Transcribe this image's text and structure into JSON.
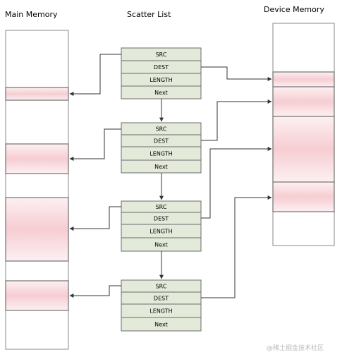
{
  "headings": {
    "main_memory": "Main Memory",
    "scatter_list": "Scatter List",
    "device_memory": "Device Memory"
  },
  "scatter_list": {
    "field_labels": [
      "SRC",
      "DEST",
      "LENGTH",
      "Next"
    ],
    "entries": [
      {
        "fields": [
          "SRC",
          "DEST",
          "LENGTH",
          "Next"
        ]
      },
      {
        "fields": [
          "SRC",
          "DEST",
          "LENGTH",
          "Next"
        ]
      },
      {
        "fields": [
          "SRC",
          "DEST",
          "LENGTH",
          "Next"
        ]
      },
      {
        "fields": [
          "SRC",
          "DEST",
          "LENGTH",
          "Next"
        ]
      }
    ]
  },
  "watermark": "@稀土掘金技术社区",
  "colors": {
    "segment_fill": "#f6cdd2",
    "segment_fill_light": "#fdf0f2",
    "entry_fill": "#e3ead9",
    "entry_border": "#6b6b6b",
    "memory_border": "#888888",
    "arrow": "#333333"
  }
}
